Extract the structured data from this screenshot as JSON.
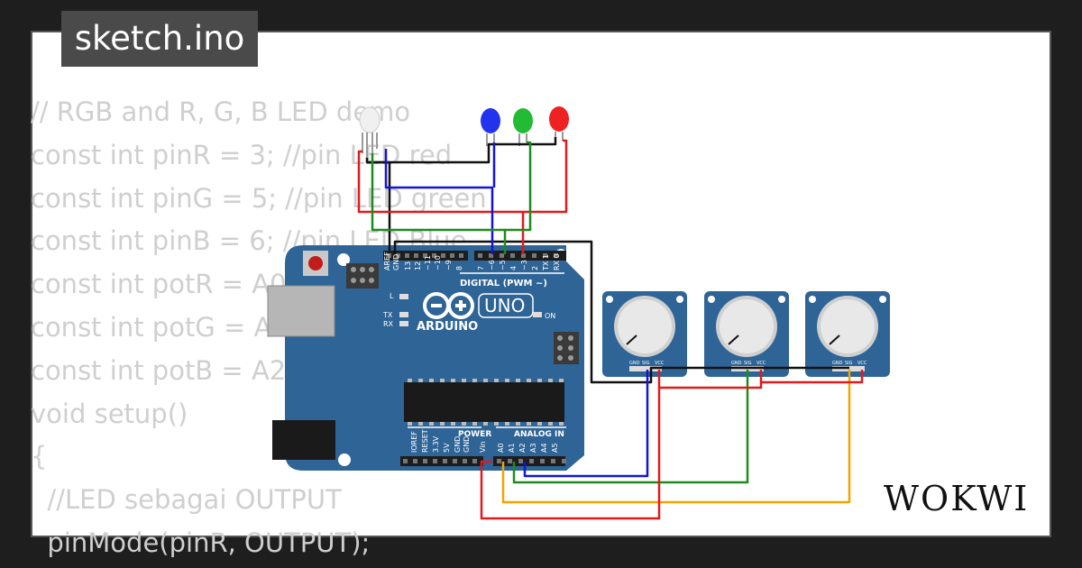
{
  "header": {
    "tab_label": "sketch.ino"
  },
  "code_lines": [
    "// RGB and R, G, B LED demo",
    "const int pinR = 3; //pin LED red",
    "const int pinG = 5; //pin LED green",
    "const int pinB = 6; //pin LED Blue",
    "const int potR = A0; //pin pot red",
    "const int potG = A1; //pin pot green",
    "const int potB = A2; //pin pot blue",
    "void setup()",
    "{",
    "  //LED sebagai OUTPUT",
    "  pinMode(pinR, OUTPUT);"
  ],
  "board": {
    "brand": "ARDUINO",
    "model": "UNO",
    "digital_label": "DIGITAL (PWM ~)",
    "power_label": "POWER",
    "analog_label": "ANALOG IN",
    "on_label": "ON",
    "l_label": "L",
    "tx_label": "TX",
    "rx_label": "RX",
    "digital_pins": [
      "AREF",
      "GND",
      "13",
      "12",
      "~11",
      "~10",
      "~9",
      "8",
      "7",
      "~6",
      "~5",
      "4",
      "~3",
      "2",
      "TX 1",
      "RX 0"
    ],
    "power_pins": [
      "IOREF",
      "RESET",
      "3.3V",
      "5V",
      "GND",
      "GND",
      "Vin"
    ],
    "analog_pins": [
      "A0",
      "A1",
      "A2",
      "A3",
      "A4",
      "A5"
    ]
  },
  "potentiometer_pin_labels": [
    "GND",
    "SIG",
    "VCC"
  ],
  "led_colors": {
    "blue": "#2233ee",
    "green": "#22bb33",
    "red": "#ee2222"
  },
  "wire_colors": {
    "red": "#e01b1b",
    "green": "#1f8a1f",
    "blue": "#1414d8",
    "black": "#111111",
    "orange": "#f5a300"
  },
  "brand_logo": "WOKWI",
  "icons": [
    "arduino-logo-icon",
    "reset-button-icon"
  ]
}
